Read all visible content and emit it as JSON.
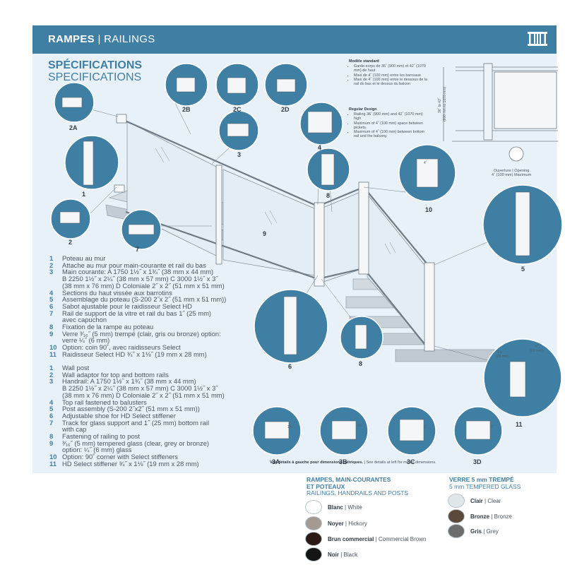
{
  "header": {
    "title_fr": "RAMPES",
    "separator": " | ",
    "title_en": "RAILINGS",
    "logo_icon": "railing-logo-icon"
  },
  "specs_heading": {
    "fr": "SPÉCIFICATIONS",
    "en": "SPECIFICATIONS"
  },
  "callouts": [
    "2A",
    "2B",
    "2C",
    "2D",
    "1",
    "2",
    "3",
    "4",
    "5",
    "6",
    "7",
    "8",
    "8",
    "9",
    "10",
    "11",
    "3A",
    "3B",
    "3C",
    "3D"
  ],
  "standard_design": {
    "fr_heading": "Modèle standard",
    "fr_items": [
      "Garde-corps de 36˝ (900 mm) et 42˝ (1070 mm) de haut",
      "Maxi de 4˝ (100 mm) entre les barreaux",
      "Maxi de 4˝ (100 mm) entre le dessous de la rail du bas et le dessus du balcon"
    ],
    "en_heading": "Regular Design",
    "en_items": [
      "Railing 36˝ (900 mm) and 42˝ (1070 mm) high",
      "Maximum of 4˝ (100 mm) space between pickets",
      "Maximum of 4˝ (100 mm) between bottom rail and the balcony"
    ]
  },
  "height_dim": {
    "line1": "36˝ to 42˝",
    "line2": "(900 mm to 1070 mm)"
  },
  "opening": {
    "line1": "Ouverture | Opening",
    "line2": "4˝ (100 mm) Maximum"
  },
  "dims_11": {
    "a": "1⅛˝",
    "a2": "(29 mm)",
    "b": "¾˝",
    "b2": "(19 mm)"
  },
  "dims_3": {
    "a": "1¾˝",
    "b": "2¼˝",
    "c": "3˝",
    "d": "2˝"
  },
  "dims_top": {
    "d10": "4˝"
  },
  "list_fr": [
    {
      "num": "1",
      "text": "Poteau au mur"
    },
    {
      "num": "2",
      "text": "Attache au mur pour main-courante et rail du bas"
    },
    {
      "num": "3",
      "text": "Main courante: A 1750 1½˝ x 1¾˝ (38 mm x 44 mm)"
    },
    {
      "num": "",
      "text": "B 2250 1½˝ x 2¼˝ (38 mm x 57 mm) C 3000 1½˝ x 3˝"
    },
    {
      "num": "",
      "text": "(38 mm x 76 mm) D Coloniale 2˝ x 2˝ (51 mm x 51 mm)"
    },
    {
      "num": "4",
      "text": "Sections du haut vissée aux barrotins"
    },
    {
      "num": "5",
      "text": "Assemblage du poteau (S-200 2˝x 2˝ (51 mm x 51 mm))"
    },
    {
      "num": "6",
      "text": "Sabot ajustable pour le raidisseur Select HD"
    },
    {
      "num": "7",
      "text": "Rail de support de la vitre et rail du bas 1˝ (25 mm)"
    },
    {
      "num": "",
      "text": "avec capuchon"
    },
    {
      "num": "8",
      "text": "Fixation de la rampe au poteau"
    },
    {
      "num": "9",
      "text": "Verre ³⁄₁₆˝ (5 mm) trempé (clair, gris ou bronze) option:"
    },
    {
      "num": "",
      "text": "verre ¼˝ (6 mm)"
    },
    {
      "num": "10",
      "text": "Option: coin 90˚, avec raidisseurs Select"
    },
    {
      "num": "11",
      "text": "Raidisseur Select HD ¾˝ x 1⅛˝ (19 mm x 28 mm)"
    }
  ],
  "list_en": [
    {
      "num": "1",
      "text": "Wall post"
    },
    {
      "num": "2",
      "text": "Wall adaptor for top and bottom rails"
    },
    {
      "num": "3",
      "text": "Handrail: A 1750 1½˝ x 1¾˝ (38 mm x 44 mm)"
    },
    {
      "num": "",
      "text": "B 2250 1½˝ x 2¼˝ (38 mm x 57 mm) C 3000 1½˝ x 3˝"
    },
    {
      "num": "",
      "text": "(38 mm x 76 mm) D Coloniale 2˝ x 2˝ (51 mm x 51 mm)"
    },
    {
      "num": "4",
      "text": "Top rail fastened to balusters"
    },
    {
      "num": "5",
      "text": "Post assembly (S-200 2˝x2˝ (51 mm x 51 mm))"
    },
    {
      "num": "6",
      "text": "Adjustable shoe for HD Select stiffener"
    },
    {
      "num": "7",
      "text": "Track for glass support and 1˝ (25 mm) bottom rail"
    },
    {
      "num": "",
      "text": "with cap"
    },
    {
      "num": "8",
      "text": "Fastening of railing to post"
    },
    {
      "num": "9",
      "text": "³⁄₁₆˝ (5 mm) tempered glass (clear, grey or bronze)"
    },
    {
      "num": "",
      "text": "option: ¼˝ (6 mm) glass"
    },
    {
      "num": "10",
      "text": "Option: 90˚ corner with Select stiffeners"
    },
    {
      "num": "11",
      "text": "HD Select stiffener ¾˝ x 1⅛˝ (19 mm x 28 mm)"
    }
  ],
  "metric_note": {
    "fr": "Voir détails à gauche pour dimensions métriques.",
    "sep": " | ",
    "en": "See details at left for metric dimensions."
  },
  "colors_section": {
    "title_fr_1": "RAMPES, MAIN-COURANTES",
    "title_fr_2": "ET POTEAUX",
    "title_en": "RAILINGS, HANDRAILS AND POSTS",
    "items": [
      {
        "fr": "Blanc",
        "en": "White",
        "color": "#ffffff"
      },
      {
        "fr": "Noyer",
        "en": "Hickory",
        "color": "#a39b93"
      },
      {
        "fr": "Brun commercial",
        "en": "Commercial Brown",
        "color": "#2a1a16"
      },
      {
        "fr": "Noir",
        "en": "Black",
        "color": "#151515"
      }
    ]
  },
  "glass_section": {
    "title_fr": "VERRE 5 mm TREMPÉ",
    "title_en": "5 mm TEMPERED GLASS",
    "items": [
      {
        "fr": "Clair",
        "en": "Clear",
        "color": "#dfe7ea"
      },
      {
        "fr": "Bronze",
        "en": "Bronze",
        "color": "#5b4a3c"
      },
      {
        "fr": "Gris",
        "en": "Grey",
        "color": "#6d6d6d"
      }
    ]
  },
  "colors": {
    "accent": "#3f7fa3",
    "background": "#e9f1f8",
    "number": "#3f7fa3"
  }
}
